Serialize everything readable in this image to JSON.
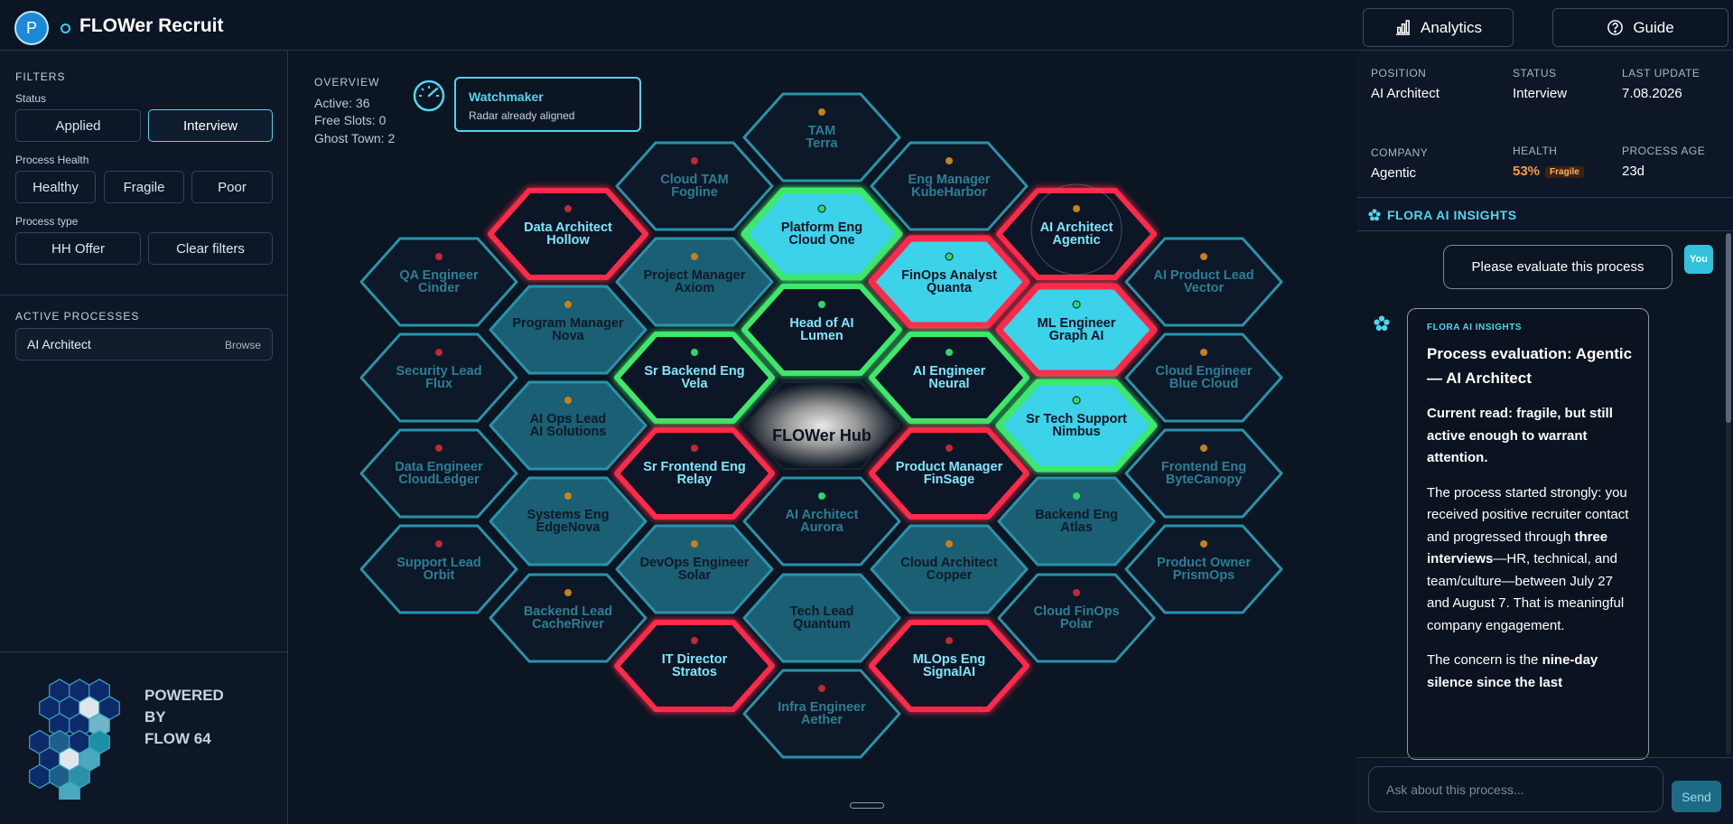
{
  "app": {
    "title": "FLOWer Recruit",
    "avatar_initial": "P",
    "analytics_label": "Analytics",
    "guide_label": "Guide"
  },
  "filters": {
    "title": "FILTERS",
    "status_label": "Status",
    "status_options": [
      "Applied",
      "Interview"
    ],
    "status_selected": "Interview",
    "health_label": "Process Health",
    "health_options": [
      "Healthy",
      "Fragile",
      "Poor"
    ],
    "type_label": "Process type",
    "type_options": [
      "HH Offer"
    ],
    "clear_label": "Clear filters"
  },
  "active_processes": {
    "title": "ACTIVE PROCESSES",
    "items": [
      {
        "name": "AI Architect",
        "action": "Browse"
      }
    ]
  },
  "powered": {
    "line1": "POWERED",
    "line2": "BY",
    "line3": "FLOW 64"
  },
  "overview": {
    "title": "OVERVIEW",
    "active": "Active: 36",
    "free_slots": "Free Slots: 0",
    "ghost_town": "Ghost Town: 2"
  },
  "toast": {
    "title": "Watchmaker",
    "subtitle": "Radar already aligned"
  },
  "hub": {
    "label": "FLOWer Hub"
  },
  "colors": {
    "accent": "#4fd6ef",
    "healthy": "#3ee86b",
    "poor": "#ff2a4a",
    "fragile": "#c8801a",
    "hex_border": "#2a92aa"
  },
  "hexes": [
    {
      "role": "TAM",
      "company": "Terra",
      "style": "dark",
      "dot": "orange"
    },
    {
      "role": "Cloud TAM",
      "company": "Fogline",
      "style": "dark",
      "dot": "red"
    },
    {
      "role": "Eng Manager",
      "company": "KubeHarbor",
      "style": "dark",
      "dot": "orange"
    },
    {
      "role": "Data Architect",
      "company": "Hollow",
      "style": "red",
      "dot": "red"
    },
    {
      "role": "Platform Eng",
      "company": "Cloud One",
      "style": "green-bright",
      "dot": "green"
    },
    {
      "role": "AI Architect",
      "company": "Agentic",
      "style": "red",
      "dot": "orange"
    },
    {
      "role": "QA Engineer",
      "company": "Cinder",
      "style": "dark",
      "dot": "red"
    },
    {
      "role": "Project Manager",
      "company": "Axiom",
      "style": "teal",
      "dot": "orange"
    },
    {
      "role": "FinOps Analyst",
      "company": "Quanta",
      "style": "red-bright",
      "dot": "green"
    },
    {
      "role": "AI Product Lead",
      "company": "Vector",
      "style": "dark",
      "dot": "orange"
    },
    {
      "role": "Program Manager",
      "company": "Nova",
      "style": "teal",
      "dot": "orange"
    },
    {
      "role": "Head of AI",
      "company": "Lumen",
      "style": "green",
      "dot": "green"
    },
    {
      "role": "ML Engineer",
      "company": "Graph AI",
      "style": "red-bright",
      "dot": "green"
    },
    {
      "role": "Security Lead",
      "company": "Flux",
      "style": "dark",
      "dot": "red"
    },
    {
      "role": "Sr Backend Eng",
      "company": "Vela",
      "style": "green",
      "dot": "green"
    },
    {
      "role": "AI Engineer",
      "company": "Neural",
      "style": "green",
      "dot": "green"
    },
    {
      "role": "Cloud Engineer",
      "company": "Blue Cloud",
      "style": "dark",
      "dot": "orange"
    },
    {
      "role": "AI Ops Lead",
      "company": "AI Solutions",
      "style": "teal",
      "dot": "orange"
    },
    {
      "role": "Sr Tech Support",
      "company": "Nimbus",
      "style": "green-bright",
      "dot": "green"
    },
    {
      "role": "Data Engineer",
      "company": "CloudLedger",
      "style": "dark",
      "dot": "red"
    },
    {
      "role": "Sr Frontend Eng",
      "company": "Relay",
      "style": "red",
      "dot": "red"
    },
    {
      "role": "Product Manager",
      "company": "FinSage",
      "style": "red",
      "dot": "red"
    },
    {
      "role": "Frontend Eng",
      "company": "ByteCanopy",
      "style": "dark",
      "dot": "orange"
    },
    {
      "role": "Systems Eng",
      "company": "EdgeNova",
      "style": "teal",
      "dot": "orange"
    },
    {
      "role": "AI Architect",
      "company": "Aurora",
      "style": "dark",
      "dot": "green"
    },
    {
      "role": "Backend Eng",
      "company": "Atlas",
      "style": "teal",
      "dot": "green"
    },
    {
      "role": "Support Lead",
      "company": "Orbit",
      "style": "dark",
      "dot": "red"
    },
    {
      "role": "DevOps Engineer",
      "company": "Solar",
      "style": "teal",
      "dot": "orange"
    },
    {
      "role": "Cloud Architect",
      "company": "Copper",
      "style": "teal",
      "dot": "orange"
    },
    {
      "role": "Product Owner",
      "company": "PrismOps",
      "style": "dark",
      "dot": "orange"
    },
    {
      "role": "Backend Lead",
      "company": "CacheRiver",
      "style": "dark",
      "dot": "orange"
    },
    {
      "role": "Tech Lead",
      "company": "Quantum",
      "style": "teal",
      "dot": "none"
    },
    {
      "role": "Cloud FinOps",
      "company": "Polar",
      "style": "dark",
      "dot": "red"
    },
    {
      "role": "IT Director",
      "company": "Stratos",
      "style": "red",
      "dot": "red"
    },
    {
      "role": "MLOps Eng",
      "company": "SignalAI",
      "style": "red",
      "dot": "red"
    },
    {
      "role": "Infra Engineer",
      "company": "Aether",
      "style": "dark",
      "dot": "red"
    }
  ],
  "details": {
    "position_label": "POSITION",
    "position": "AI Architect",
    "status_label": "STATUS",
    "status": "Interview",
    "update_label": "LAST UPDATE",
    "update": "7.08.2026",
    "company_label": "COMPANY",
    "company": "Agentic",
    "health_label": "HEALTH",
    "health": "53%",
    "health_badge": "Fragile",
    "age_label": "PROCESS AGE",
    "age": "23d"
  },
  "insights": {
    "header": "FLORA AI INSIGHTS",
    "user_message": "Please evaluate this process",
    "you_label": "You",
    "card_tag": "FLORA AI INSIGHTS",
    "heading": "Process evaluation: Agentic — AI Architect",
    "p1": "Current read: fragile, but still active enough to warrant attention.",
    "p2a": "The process started strongly: you received positive recruiter contact and progressed through ",
    "p2b": "three interviews",
    "p2c": "—HR, technical, and team/culture—between July 27 and August 7. That is meaningful company engagement.",
    "p3a": "The concern is the ",
    "p3b": "nine-day silence since the last",
    "input_placeholder": "Ask about this process...",
    "send_label": "Send"
  }
}
